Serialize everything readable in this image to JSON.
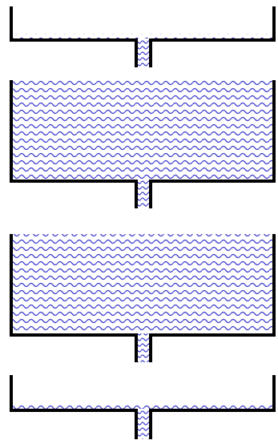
{
  "palette": {
    "wall": "#000000",
    "water": "#3b3bcc",
    "water_light": "#3aa8c8",
    "background": "#ffffff"
  },
  "tanks": [
    {
      "id": "tank-1",
      "fill_level": 0.15,
      "pipe_filled": true
    },
    {
      "id": "tank-2",
      "fill_level": 1.0,
      "pipe_filled": true
    },
    {
      "id": "tank-3",
      "fill_level": 1.0,
      "pipe_filled": true
    },
    {
      "id": "tank-4",
      "fill_level": 0.2,
      "pipe_filled": true
    }
  ]
}
